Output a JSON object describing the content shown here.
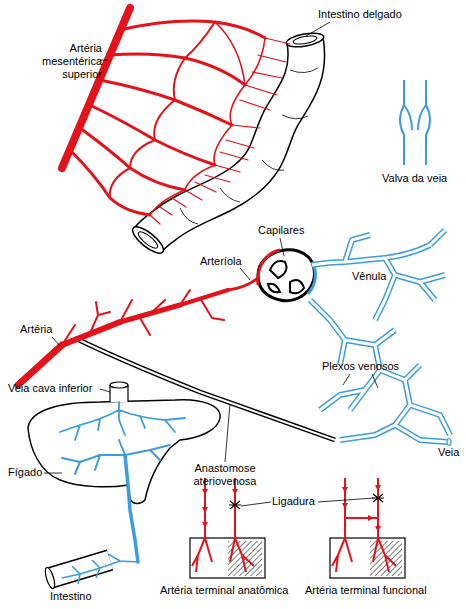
{
  "diagram": {
    "labels": [
      "Artéria mesentérica superior",
      "Intestino delgado",
      "Valva da veia",
      "Capilares",
      "Arteríola",
      "Vênula",
      "Artéria",
      "Plexos venosos",
      "Veia cava inferior",
      "Anastomose ateriovenosa",
      "Veia",
      "Fígado",
      "Ligadura",
      "Intestino",
      "Artéria terminal anatômica",
      "Artéria terminal funcional"
    ]
  }
}
